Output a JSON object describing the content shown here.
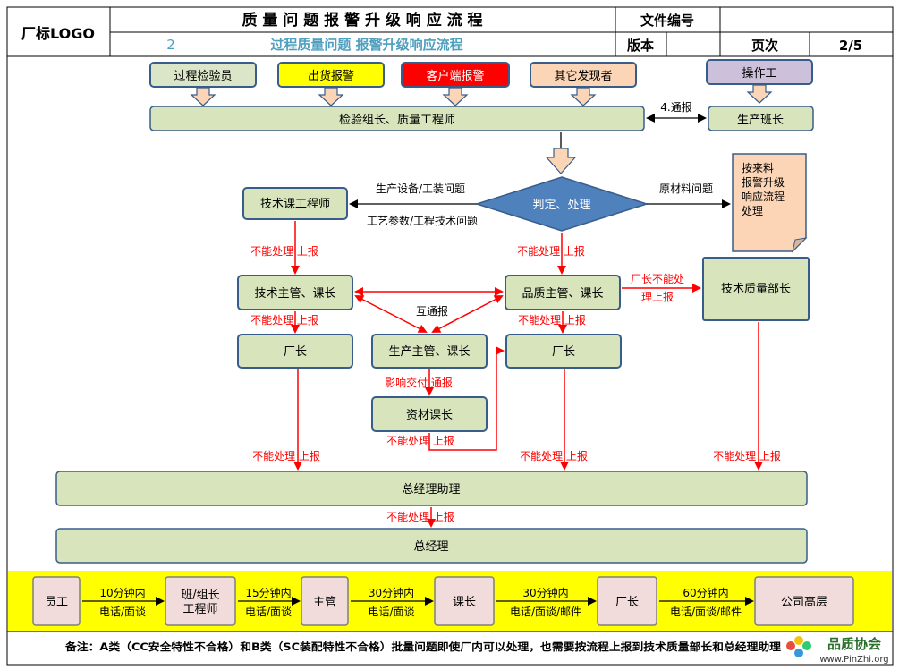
{
  "header": {
    "logo": "厂标LOGO",
    "title": "质 量 问 题 报 警 升 级 响 应 流 程",
    "doc_no_label": "文件编号",
    "doc_no_value": "",
    "sub_no": "2",
    "subtitle": "过程质量问题 报警升级响应流程",
    "version_label": "版本",
    "version_value": "",
    "page_label": "页次",
    "page_value": "2/5"
  },
  "sources": {
    "inspector": "过程检验员",
    "shipping": "出货报警",
    "customer": "客户端报警",
    "other": "其它发现者",
    "operator": "操作工"
  },
  "colors": {
    "inspector": "#dbe5c8",
    "shipping": "#ffff00",
    "customer": "#ff0000",
    "other": "#fbd5b5",
    "operator": "#ccc0da",
    "node": "#d7e4bc",
    "diamond": "#4f81bd",
    "red_line": "#ff0000",
    "chevron": "#fbd5b5",
    "escalation_band": "#ffff00",
    "escalation_node": "#f2dcdb"
  },
  "nodes": {
    "inspection_lead": "检验组长、质量工程师",
    "production_lead": "生产班长",
    "judge": "判定、处理",
    "tech_engineer": "技术课工程师",
    "material_note": "按来料报警升级响应流程处理",
    "tech_supervisor": "技术主管、课长",
    "quality_supervisor": "品质主管、课长",
    "tech_quality_head": "技术质量部长",
    "plant_manager_left": "厂长",
    "production_supervisor": "生产主管、课长",
    "plant_manager_right": "厂长",
    "materials_head": "资材课长",
    "gm_assistant": "总经理助理",
    "gm": "总经理"
  },
  "labels": {
    "notify": "4.通报",
    "equipment_issue": "生产设备/工装问题",
    "material_issue": "原材料问题",
    "process_param": "工艺参数/工程技术问题",
    "cannot_left": "不能处理 上报",
    "cannot_mid": "不能处理 上报",
    "cannot_tech": "不能处理 上报",
    "cannot_quality": "不能处理 上报",
    "plant_cannot": "厂长不能处理上报",
    "mutual_notify": "互通报",
    "affect_delivery": "影响交付 通报",
    "cannot_materials": "不能处理 上报",
    "cannot_to_gm_asst_left": "不能处理 上报",
    "cannot_to_gm_asst_mid": "不能处理 上报",
    "cannot_to_gm_asst_right": "不能处理 上报",
    "cannot_to_gm": "不能处理 上报"
  },
  "escalation": {
    "steps": [
      "员工",
      "班/组长\n工程师",
      "主管",
      "课长",
      "厂长",
      "公司高层"
    ],
    "times": [
      "10分钟内",
      "15分钟内",
      "30分钟内",
      "30分钟内",
      "60分钟内"
    ],
    "methods": [
      "电话/面谈",
      "电话/面谈",
      "电话/面谈",
      "电话/面谈/邮件",
      "电话/面谈/邮件"
    ]
  },
  "footer": {
    "note": "备注：A类（CC安全特性不合格）和B类（SC装配特性不合格）批量问题即使厂内可以处理，也需要按流程上报到技术质量部长和总经理助理",
    "brand": "品质协会",
    "brand_url": "www.PinZhi.org"
  }
}
